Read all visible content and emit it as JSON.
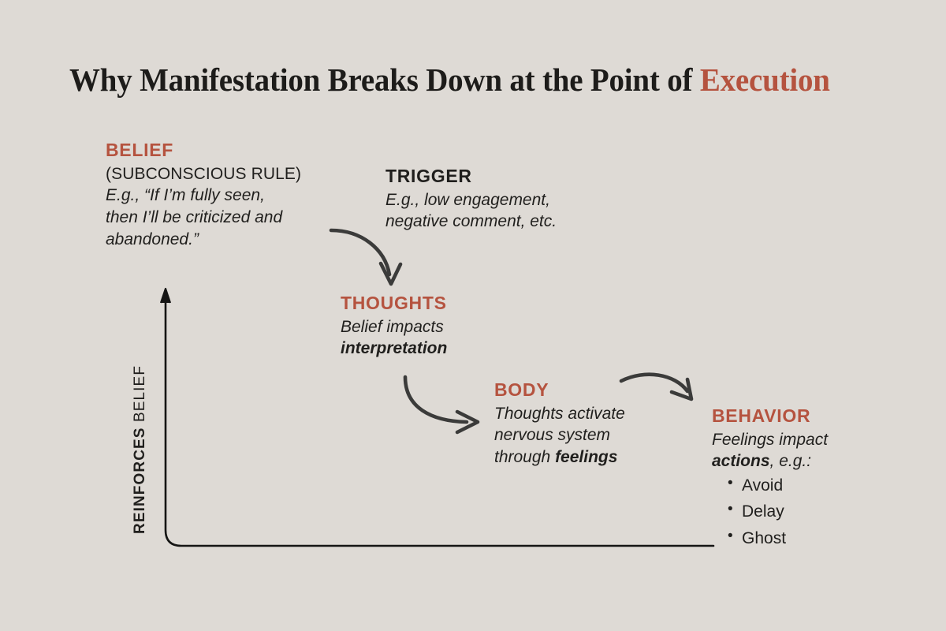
{
  "page": {
    "background_color": "#dedad5",
    "accent_color": "#b5533f",
    "text_color": "#201f1d"
  },
  "title": {
    "main": "Why Manifestation Breaks Down at the Point of ",
    "accent": "Execution",
    "full": "Why Manifestation Breaks Down at the Point of Execution"
  },
  "nodes": {
    "belief": {
      "heading": "BELIEF",
      "subheading": "(SUBCONSCIOUS RULE)",
      "line1": "E.g., “If I’m fully seen,",
      "line2": "then I’ll be criticized and",
      "line3": "abandoned.”"
    },
    "trigger": {
      "heading": "TRIGGER",
      "line1": "E.g., low engagement,",
      "line2": "negative comment, etc."
    },
    "thoughts": {
      "heading": "THOUGHTS",
      "line1": "Belief impacts",
      "line2_bold": "interpretation"
    },
    "body": {
      "heading": "BODY",
      "line1": "Thoughts activate",
      "line2": "nervous system",
      "line3_prefix": "through ",
      "line3_bold": "feelings"
    },
    "behavior": {
      "heading": "BEHAVIOR",
      "line1": "Feelings impact",
      "line2_bold": "actions",
      "line2_suffix": ", e.g.:",
      "bullets": [
        "Avoid",
        "Delay",
        "Ghost"
      ]
    }
  },
  "loop": {
    "label_strong": "REINFORCES",
    "label_light": " BELIEF"
  },
  "arrows": {
    "belief_to_thoughts": "curved-arrow-down-right",
    "thoughts_to_body": "curved-arrow-down-right",
    "body_to_behavior": "curved-arrow-arc-right",
    "feedback_loop": "reinforces-belief-loop-arrow"
  }
}
